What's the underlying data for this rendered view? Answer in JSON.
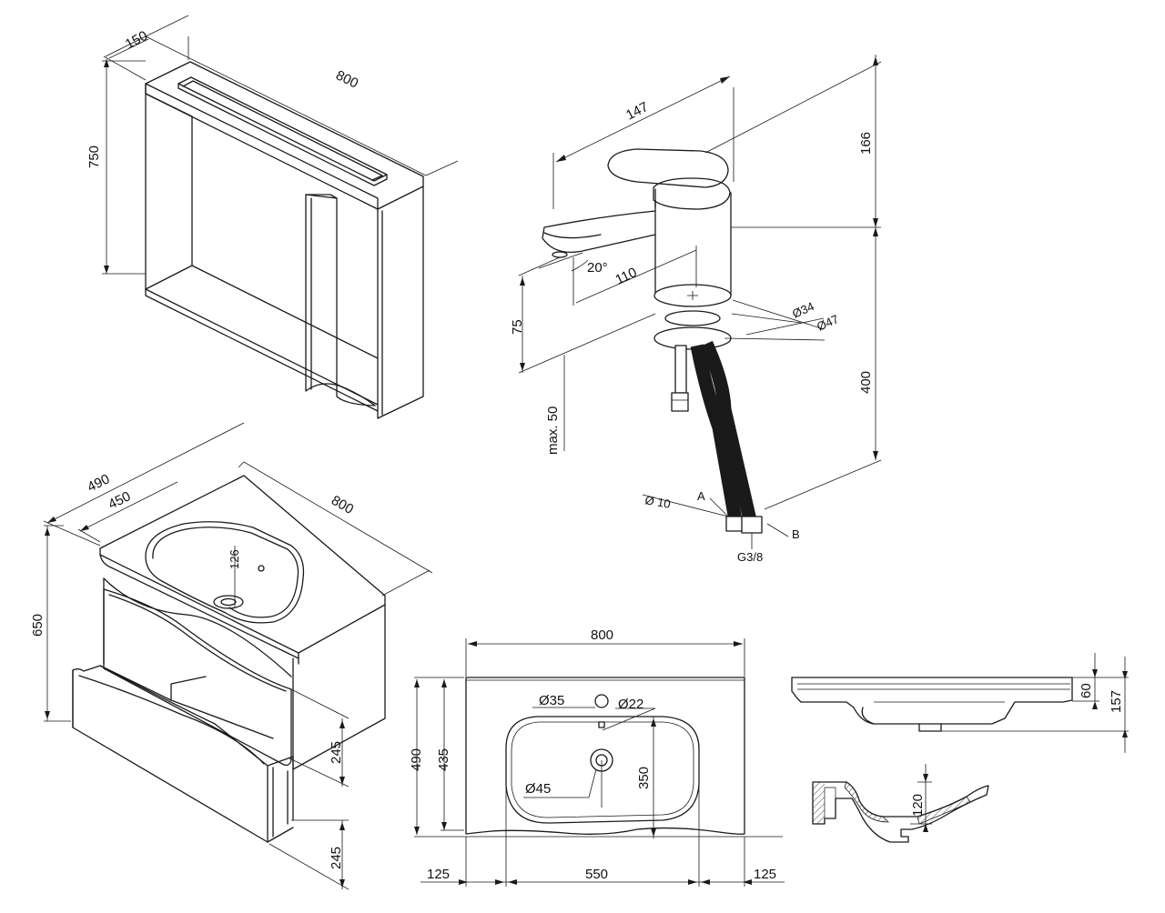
{
  "mirror_cabinet": {
    "width": "800",
    "depth": "150",
    "height": "750"
  },
  "faucet": {
    "width": "147",
    "height_above": "166",
    "height_below": "400",
    "spout_reach": "110",
    "angle": "20°",
    "spout_height": "75",
    "max_thickness": "max. 50",
    "d34": "Ø34",
    "d47": "Ø47",
    "d10": "Ø 10",
    "label_a": "A",
    "label_b": "B",
    "thread": "G3/8"
  },
  "vanity": {
    "depth_outer": "490",
    "depth_inner": "450",
    "width": "800",
    "height": "650",
    "drain_offset": "126",
    "drawer_upper": "245",
    "drawer_lower": "245"
  },
  "basin_top": {
    "width": "800",
    "depth": "490",
    "depth_bowl": "435",
    "tap_hole": "Ø35",
    "overflow": "Ø22",
    "drain": "Ø45",
    "bowl_length": "350",
    "margin_left": "125",
    "bowl_width": "550",
    "margin_right": "125"
  },
  "basin_side": {
    "rim_height": "60",
    "overall_height": "157"
  },
  "basin_section": {
    "bowl_depth": "120"
  }
}
